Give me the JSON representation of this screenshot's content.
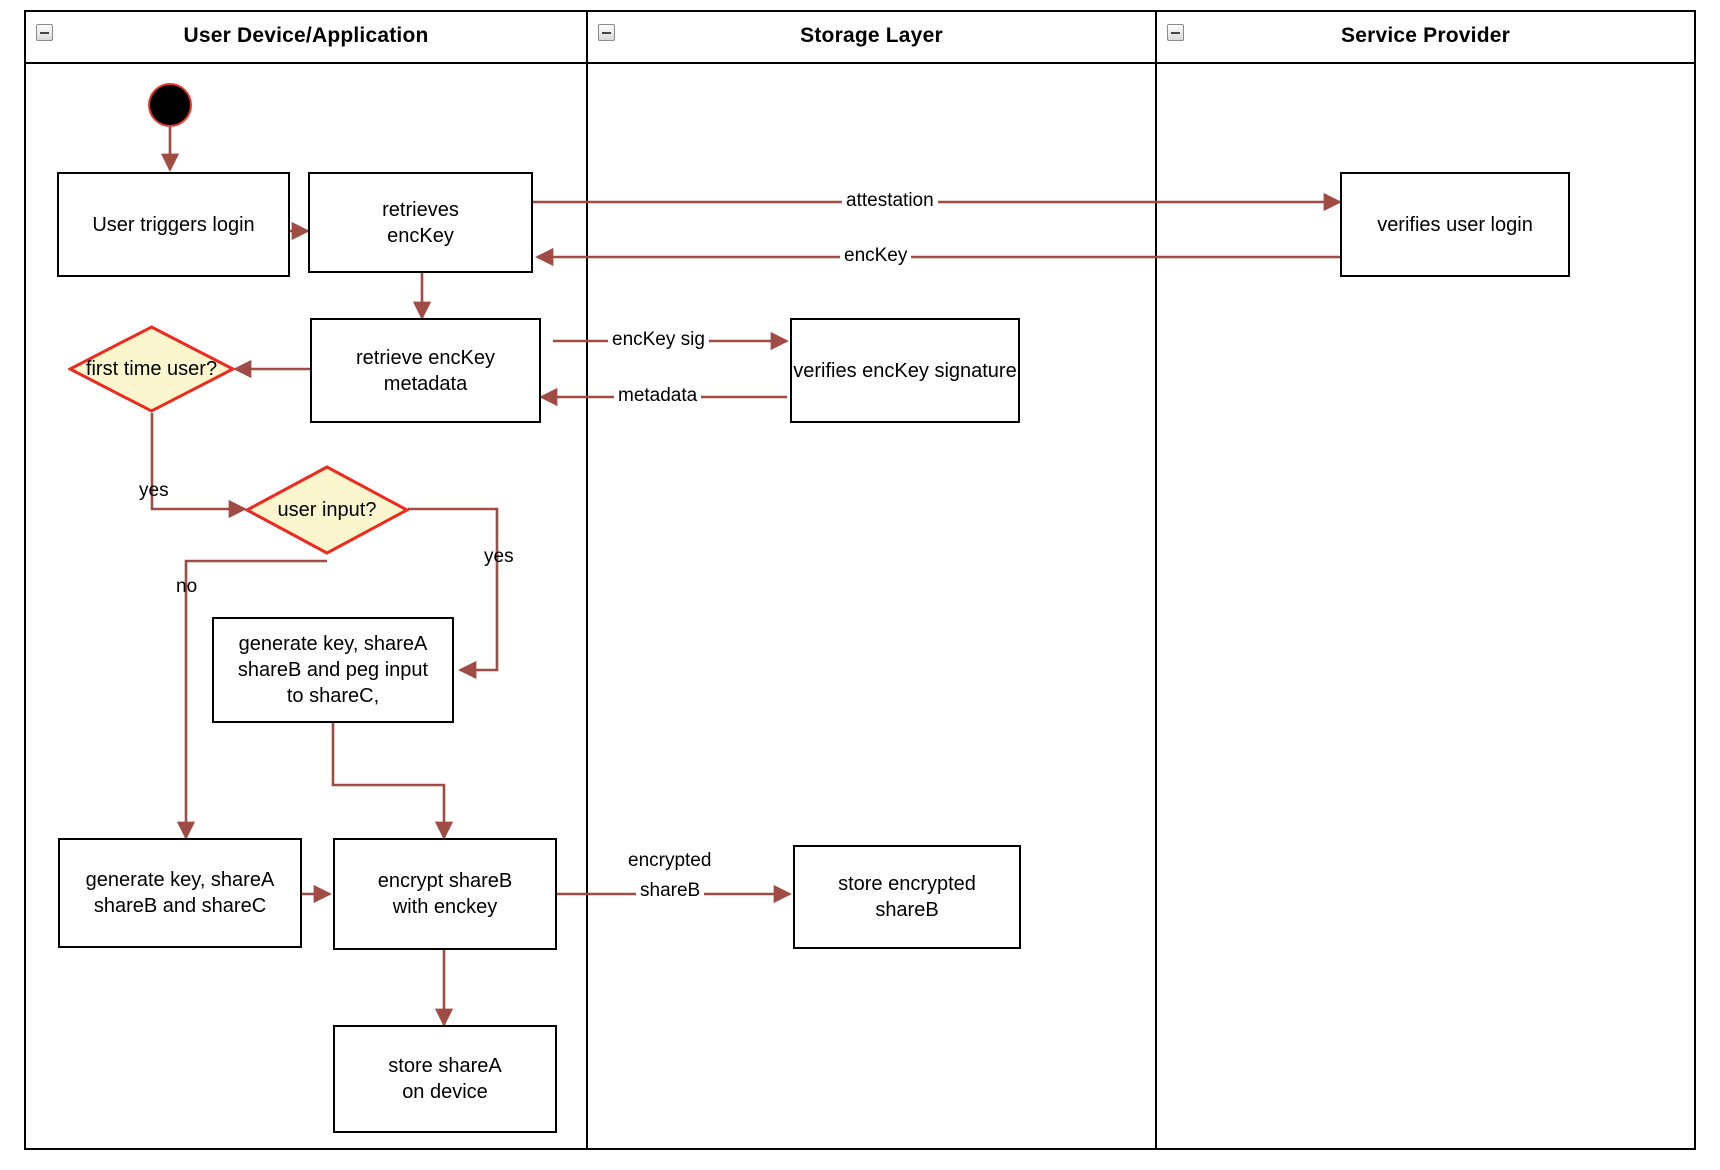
{
  "diagram": {
    "type": "uml-activity-swimlane",
    "accent_edge_color": "#a14b45",
    "decision_fill": "#fbf6cd",
    "decision_stroke": "#ee2a1f",
    "node_stroke": "#000000",
    "background": "#ffffff"
  },
  "lanes": [
    {
      "title": "User Device/Application",
      "collapse_icon": "collapse-minus-icon"
    },
    {
      "title": "Storage Layer",
      "collapse_icon": "collapse-minus-icon"
    },
    {
      "title": "Service Provider",
      "collapse_icon": "collapse-minus-icon"
    }
  ],
  "nodes": {
    "start": {
      "kind": "initial-node",
      "label": ""
    },
    "user_triggers_login": {
      "label": "User triggers login",
      "lane": "User Device/Application"
    },
    "retrieves_enckey": {
      "line1": "retrieves",
      "line2": "encKey",
      "lane": "User Device/Application"
    },
    "verifies_user_login": {
      "label": "verifies user login",
      "lane": "Service Provider"
    },
    "retrieve_enckey_metadata": {
      "line1": "retrieve encKey",
      "line2": "metadata",
      "lane": "User Device/Application"
    },
    "verifies_enckey_signature": {
      "label": "verifies encKey signature",
      "lane": "Storage Layer"
    },
    "first_time_user": {
      "line1": "first time",
      "line2": "user?",
      "kind": "decision",
      "lane": "User Device/Application"
    },
    "user_input": {
      "label": "user input?",
      "kind": "decision",
      "lane": "User Device/Application"
    },
    "generate_peg": {
      "line1": "generate key, shareA",
      "line2": "shareB and peg input",
      "line3": "to shareC,",
      "lane": "User Device/Application"
    },
    "generate_abc": {
      "line1": "generate key, shareA",
      "line2": "shareB and shareC",
      "lane": "User Device/Application"
    },
    "encrypt_shareb": {
      "line1": "encrypt shareB",
      "line2": "with enckey",
      "lane": "User Device/Application"
    },
    "store_encrypted_shareb": {
      "line1": "store encrypted",
      "line2": "shareB",
      "lane": "Storage Layer"
    },
    "store_sharea": {
      "line1": "store shareA",
      "line2": "on device",
      "lane": "User Device/Application"
    }
  },
  "edge_labels": {
    "attestation": "attestation",
    "enckey": "encKey",
    "enckey_sig": "encKey sig",
    "metadata": "metadata",
    "yes_first_time": "yes",
    "yes_user_input": "yes",
    "no_user_input": "no",
    "encrypted_shareb_l1": "encrypted",
    "encrypted_shareb_l2": "shareB"
  }
}
